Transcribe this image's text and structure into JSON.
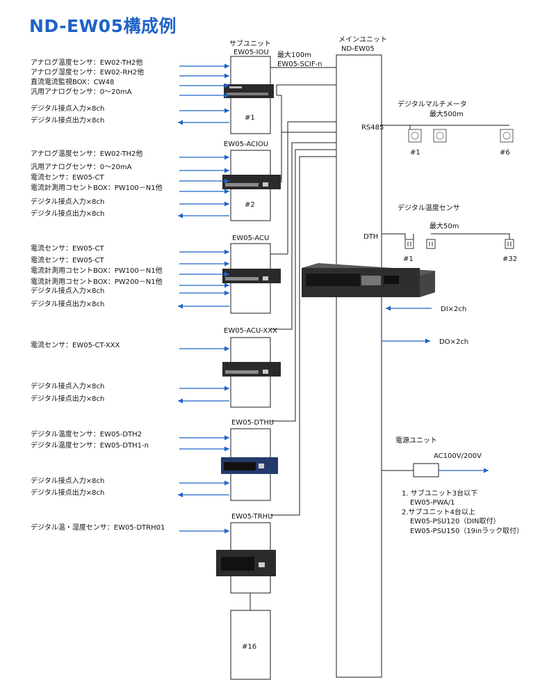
{
  "title": "ND-EW05構成例",
  "main_unit": {
    "label1": "メインユニット",
    "label2": "ND-EW05"
  },
  "link_label": {
    "line1": "最大100m",
    "line2": "EW05-SCIF-n"
  },
  "units": [
    {
      "name_line1": "サブユニット",
      "name_line2": "EW05-IOU",
      "index": "#1",
      "inputs": [
        "アナログ温度センサ：EW02-TH2他",
        "アナログ湿度センサ：EW02-RH2他",
        "直流電流監視BOX：CW48",
        "汎用アナログセンサ：0～20mA"
      ],
      "di": "デジタル接点入力×8ch",
      "do": "デジタル接点出力×8ch"
    },
    {
      "name_line1": "",
      "name_line2": "EW05-ACIOU",
      "index": "#2",
      "inputs": [
        "アナログ温度センサ：EW02-TH2他",
        "汎用アナログセンサ：0～20mA",
        "電流センサ：EW05-CT",
        "電流計測用コセントBOX：PW100－N1他"
      ],
      "di": "デジタル接点入力×8ch",
      "do": "デジタル接点出力×8ch"
    },
    {
      "name_line1": "",
      "name_line2": "EW05-ACU",
      "index": "",
      "inputs": [
        "電流センサ：EW05-CT",
        "電流センサ：EW05-CT",
        "電流計測用コセントBOX：PW100－N1他",
        "電流計測用コセントBOX：PW200－N1他"
      ],
      "di": "デジタル接点入力×8ch",
      "do": "デジタル接点出力×8ch"
    },
    {
      "name_line1": "",
      "name_line2": "EW05-ACU-XXX",
      "index": "",
      "inputs": [
        "電流センサ：EW05-CT-XXX"
      ],
      "di": "デジタル接点入力×8ch",
      "do": "デジタル接点出力×8ch"
    },
    {
      "name_line1": "",
      "name_line2": "EW05-DTHU",
      "index": "",
      "inputs": [
        "デジタル温度センサ：EW05-DTH2",
        "デジタル温度センサ：EW05-DTH1-n"
      ],
      "di": "デジタル接点入力×8ch",
      "do": "デジタル接点出力×8ch"
    },
    {
      "name_line1": "",
      "name_line2": "EW05-TRHU",
      "index": "",
      "inputs": [
        "デジタル温・湿度センサ：EW05-DTRH01"
      ],
      "di": "",
      "do": ""
    }
  ],
  "last_unit_index": "#16",
  "rs485": {
    "label": "RS485",
    "title": "デジタルマルチメータ",
    "max": "最大500m",
    "first": "#1",
    "last": "#6"
  },
  "dth": {
    "label": "DTH",
    "title": "デジタル温度センサ",
    "max": "最大50m",
    "first": "#1",
    "last": "#32"
  },
  "di_main": "DI×2ch",
  "do_main": "DO×2ch",
  "power": {
    "title": "電源ユニット",
    "ac": "AC100V/200V",
    "notes": [
      "1. サブユニット3台以下",
      "EW05-PWA/1",
      "2.サブユニット4台以上",
      "EW05-PSU120（DIN取付）",
      "EW05-PSU150（19inラック取付）"
    ]
  },
  "colors": {
    "title": "#1e63c6",
    "arrow": "#1e63c6",
    "line": "#1a1a1a",
    "device": "#2a2a2a"
  }
}
